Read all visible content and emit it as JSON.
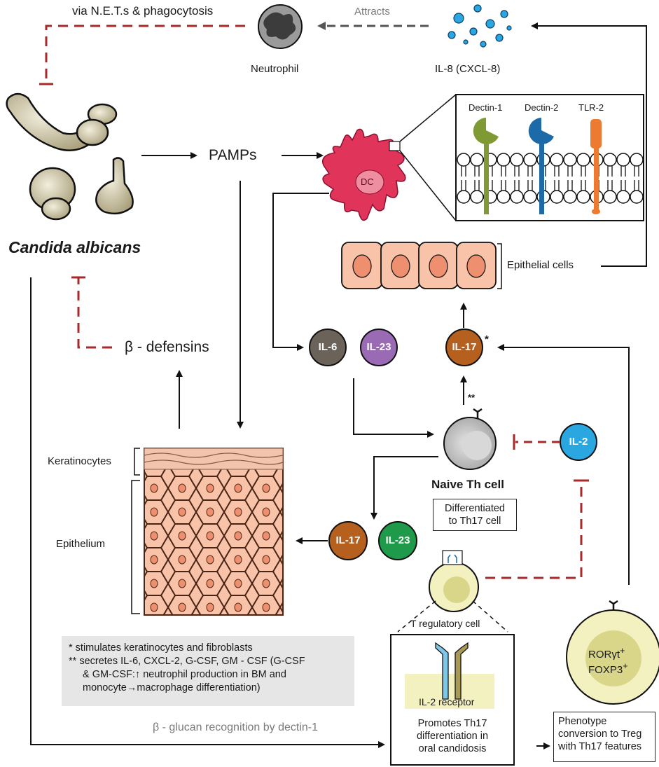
{
  "labels": {
    "net_phago": "via N.E.T.s & phagocytosis",
    "attracts": "Attracts",
    "neutrophil": "Neutrophil",
    "il8": "IL-8 (CXCL-8)",
    "dectin1": "Dectin-1",
    "dectin2": "Dectin-2",
    "tlr2": "TLR-2",
    "pamps": "PAMPs",
    "dc": "DC",
    "candida": "Candida albicans",
    "epithelial_cells": "Epithelial cells",
    "beta_defensins": "β - defensins",
    "il6": "IL-6",
    "il23": "IL-23",
    "il17": "IL-17",
    "il2": "IL-2",
    "il17_b": "IL-17",
    "il23_b": "IL-23",
    "star1": "*",
    "star2": "**",
    "naive_th": "Naive Th cell",
    "differentiated_line1": "Differentiated",
    "differentiated_line2": "to Th17 cell",
    "keratinocytes": "Keratinocytes",
    "epithelium": "Epithelium",
    "treg": "T regulatory cell",
    "il2_receptor": "IL-2 receptor",
    "promotes_line1": "Promotes Th17",
    "promotes_line2": "differentiation in",
    "promotes_line3": "oral candidosis",
    "ror": "RORγt",
    "foxp3": "FOXP3",
    "plus": "+",
    "phenotype_line1": "Phenotype",
    "phenotype_line2": "conversion to Treg",
    "phenotype_line3": "with Th17 features",
    "beta_glucan": "β - glucan recognition by dectin-1"
  },
  "notes": {
    "line1": "* stimulates keratinocytes and fibroblasts",
    "line2": "** secretes IL-6, CXCL-2, G-CSF, GM - CSF (G-CSF",
    "line3": "& GM-CSF:↑ neutrophil production in BM and",
    "line4": "monocyte→macrophage differentiation)"
  },
  "colors": {
    "inhibit": "#a52a2a",
    "il6": "#6b6259",
    "il23_purple": "#9a6bb4",
    "il17": "#b5601f",
    "il2": "#2aa6e0",
    "il23_green": "#1f9a4a",
    "dc": "#e0345a",
    "dectin1": "#7f9a35",
    "dectin2": "#1d6aa8",
    "tlr2": "#ec7a30",
    "epithelial": "#f8c3a8"
  }
}
